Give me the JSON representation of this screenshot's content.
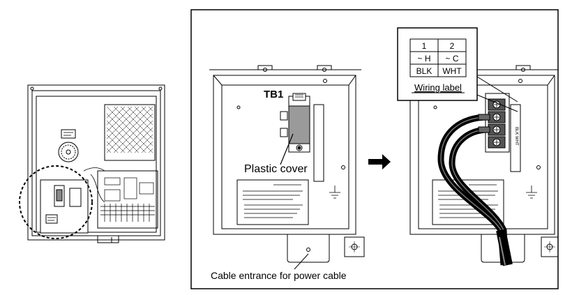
{
  "labels": {
    "terminal_block": "TB1",
    "plastic_cover": "Plastic cover",
    "cable_entrance": "Cable entrance for power cable",
    "wiring_label_caption": "Wiring label"
  },
  "wiring_table": {
    "headers": [
      "1",
      "2"
    ],
    "row_phase": [
      "~ H",
      "~ C"
    ],
    "row_color": [
      "BLK",
      "WHT"
    ]
  }
}
